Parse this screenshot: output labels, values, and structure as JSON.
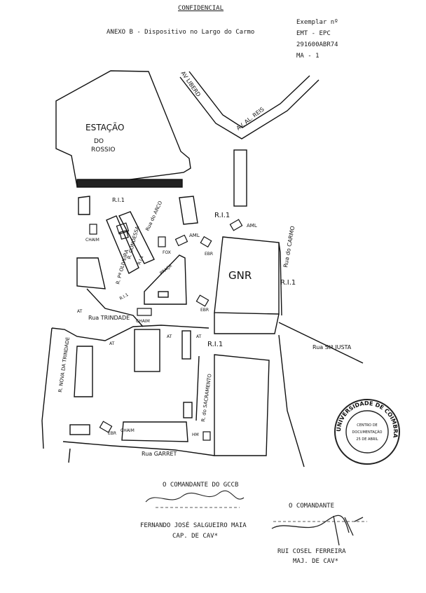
{
  "header": {
    "classification": "CONFIDENCIAL",
    "title": "ANEXO B - Dispositivo no Largo do Carmo",
    "ref_lines": [
      "Exemplar nº",
      "EMT - EPC",
      "291600ABR74",
      "MA - 1"
    ]
  },
  "map_labels": {
    "estacao": "ESTAÇÃO",
    "do": "DO",
    "rossio": "ROSSIO",
    "gnr": "GNR",
    "av_liberd": "AV LIBERD",
    "av_al_reis": "AV. AL. REIS",
    "ri1_rossio": "R.I.1",
    "ri1_top": "R.I.1",
    "ri1_right": "R.I.1",
    "ri1_bottom": "R.I.1",
    "aml_1": "AML",
    "aml_2": "AML",
    "rua_do_carmo": "Rua do CARMO",
    "rua_do_arco": "Rua do ARCO",
    "r_condessa": "R. CONDESSA",
    "r_p_oliveira": "R. Pª OLIVEIRA",
    "rua_trindade": "Rua TRINDADE",
    "r_nova_trindade": "R. NOVA DA TRINDADE",
    "r_sacramento": "R. do SACRAMENTO",
    "rua_sta_justa": "Rua Stª JUSTA",
    "rua_garret": "Rua GARRET",
    "praca": "PRAÇA",
    "chaim_1": "CHAIM",
    "chaim_2": "CHAIM",
    "chaim_3": "CHAIM",
    "fox": "FOX",
    "ebr_1": "EBR",
    "ebr_2": "EBR",
    "ebr_3": "EBR",
    "hm": "HM",
    "at_1": "AT",
    "at_2": "AT",
    "at_3": "AT",
    "at_4": "AT",
    "ri1_small": "R.I.1",
    "ri1_small2": "R.I.1"
  },
  "signatures": {
    "left_title": "O COMANDANTE DO GCCB",
    "left_name": "FERNANDO JOSÉ SALGUEIRO MAIA",
    "left_rank": "CAP. DE CAV*",
    "right_title": "O COMANDANTE",
    "right_name": "RUI COSEL FERREIRA",
    "right_rank": "MAJ. DE CAV*"
  },
  "stamp": {
    "ring_text": "UNIVERSIDADE DE COIMBRA",
    "inner_lines": [
      "CENTRO DE",
      "DOCUMENTAÇÃO",
      "25 DE ABRIL"
    ]
  }
}
